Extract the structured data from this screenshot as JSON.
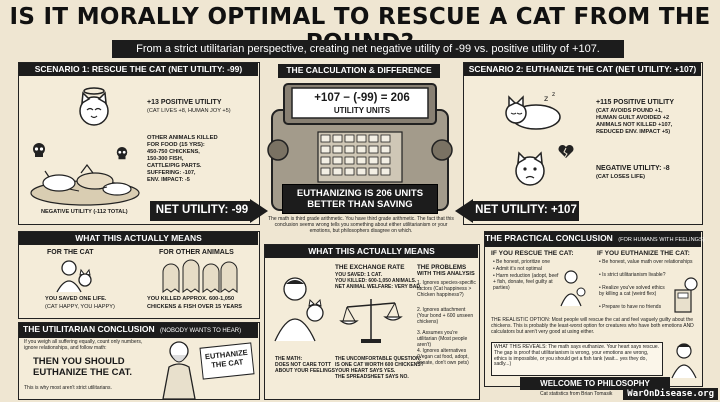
{
  "title": "IS IT MORALLY OPTIMAL TO RESCUE A CAT FROM THE POUND?",
  "subtitle": "From a strict utilitarian perspective, creating net negative utility of -99 vs. positive utility of +107.",
  "scenario1": {
    "header": "SCENARIO 1: RESCUE THE CAT (NET UTILITY: -99)",
    "positive_title": "+13 POSITIVE UTILITY",
    "positive_detail": "(CAT LIVES +8, HUMAN JOY +5)",
    "killed_title": "OTHER ANIMALS KILLED FOR FOOD (15 YRS):",
    "killed_lines": [
      "450-750 CHICKENS,",
      "150-300 FISH,",
      "CATTLE/PIG PARTS.",
      "SUFFERING: -107,",
      "ENV. IMPACT: -5"
    ],
    "negative_label": "NEGATIVE UTILITY (-112 TOTAL)",
    "net": "NET UTILITY: -99"
  },
  "calc": {
    "header": "THE CALCULATION & DIFFERENCE",
    "equation": "+107 − (-99) = 206",
    "units": "UTILITY UNITS",
    "banner_line1": "EUTHANIZING IS 206 UNITS",
    "banner_line2": "BETTER THAN SAVING",
    "footnote": "The math is third grade arithmetic. You have third grade arithmetic. The fact that this conclusion seems wrong tells you something about either utilitarianism or your emotions, but philosophers disagree on which."
  },
  "scenario2": {
    "header": "SCENARIO 2: EUTHANIZE THE CAT (NET UTILITY: +107)",
    "positive_title": "+115 POSITIVE UTILITY",
    "positive_lines": [
      "(CAT AVOIDS POUND +1,",
      "HUMAN GUILT AVOIDED +2",
      "ANIMALS NOT KILLED +107,",
      "REDUCED ENV. IMPACT +5)"
    ],
    "negative_title": "NEGATIVE UTILITY: -8",
    "negative_detail": "(CAT LOSES LIFE)",
    "net": "NET UTILITY: +107"
  },
  "means_left": {
    "header": "WHAT THIS ACTUALLY MEANS",
    "for_cat": "FOR THE CAT",
    "for_others": "FOR OTHER ANIMALS",
    "cat_text1": "YOU SAVED ONE LIFE.",
    "cat_text2": "(CAT HAPPY, YOU HAPPY)",
    "others_text1": "YOU KILLED APPROX. 600-1,050",
    "others_text2": "CHICKENS & FISH OVER 15 YEARS"
  },
  "conclusion": {
    "header": "THE UTILITARIAN CONCLUSION",
    "header_note": "(NOBODY WANTS TO HEAR)",
    "intro": "If you weigh all suffering equally, count only numbers, ignore relationships, and follow math:",
    "big1": "THEN YOU SHOULD",
    "big2": "EUTHANIZE THE CAT.",
    "footer": "This is why most aren't strict utilitarians.",
    "sign1": "EUTHANIZE",
    "sign2": "THE CAT"
  },
  "means_center": {
    "header": "WHAT THIS ACTUALLY MEANS",
    "rate_title": "THE EXCHANGE RATE",
    "rate_lines": [
      "YOU SAVED: 1 CAT.",
      "YOU KILLED: 600-1,050 ANIMALS.",
      "NET ANIMAL WELFARE: VERY BAD."
    ],
    "math_lines": [
      "THE MATH:",
      "DOES NOT CARE TOTT",
      "ABOUT YOUR FEELINGS"
    ],
    "question_lines": [
      "THE UNCOMFORTABLE QUESTION:",
      "IS ONE CAT WORTH 600 CHICKENS?",
      "YOUR HEART SAYS YES.",
      "THE SPREADSHEET SAYS NO."
    ],
    "problems_title1": "THE PROBLEMS",
    "problems_title2": "WITH THIS ANALYSIS",
    "problems": [
      "1. Ignores species-specific factors (Cat happiness > Chicken happiness?)",
      "2. Ignores attachment (Your bond + 600 unseen chickens)",
      "3. Assumes you're utilitarian (Most people aren't)",
      "4. Ignores alternatives (Vegan cat food, adopt, donate, don't own pets)"
    ]
  },
  "practical": {
    "header": "THE PRACTICAL CONCLUSION",
    "header_note": "(FOR HUMANS WITH FEELINGS)",
    "rescue_title": "IF YOU RESCUE THE CAT:",
    "rescue_items": [
      "• Be honest, prioritize one",
      "• Admit it's not optimal",
      "• Harm reduction (adopt, beef + fish, donate, feel guilty at parties)"
    ],
    "euth_title": "IF YOU EUTHANIZE THE CAT:",
    "euth_items": [
      "• Be honest, value math over relationships",
      "• Is strict utilitarianism livable?",
      "• Realize you've solved ethics by killing a cat (weird flex)",
      "• Prepare to have no friends"
    ],
    "realistic": "THE REALISTIC OPTION: Most people will rescue the cat and feel vaguely guilty about the chickens. This is probably the least-worst option for creatures who have both emotions AND calculators but aren't very good at using either.",
    "reveals": "WHAT THIS REVEALS: The math says euthanize. Your heart says rescue. The gap is proof that utilitarianism is wrong, your emotions are wrong, ethics is impossible, or you should get a fish tank (wait... yes they do, sadly...)",
    "welcome": "WELCOME TO PHILOSOPHY"
  },
  "credit": "Cat statistics from Brian Tomasik",
  "watermark": "WarOnDisease.org",
  "colors": {
    "dark": "#1c1c1c",
    "paper": "#efe6d2",
    "panel": "#f4ecd9"
  }
}
